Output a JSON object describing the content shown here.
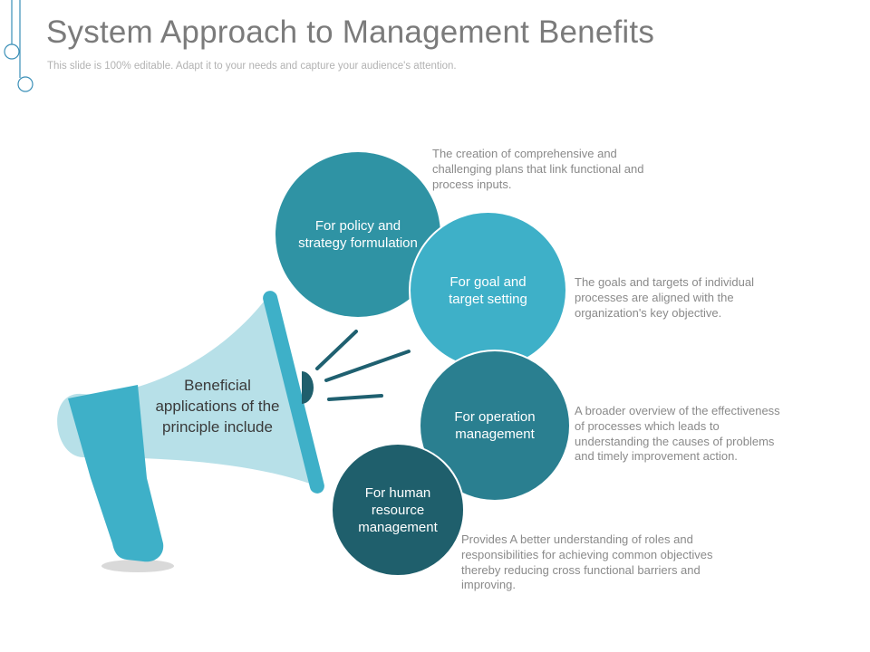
{
  "header": {
    "title": "System Approach to Management Benefits",
    "subtitle": "This slide is 100% editable. Adapt it to your needs and capture your audience's attention."
  },
  "megaphone": {
    "label": "Beneficial applications of the principle include"
  },
  "items": [
    {
      "title": "For policy and strategy formulation",
      "description": "The creation of comprehensive and challenging plans that link functional and process inputs.",
      "color": "#2f93a4"
    },
    {
      "title": "For goal and target setting",
      "description": "The goals and targets of individual processes are aligned with the organization's key objective.",
      "color": "#3eb0c8"
    },
    {
      "title": "For operation management",
      "description": "A broader overview of the effectiveness of processes which leads to understanding the causes of problems and timely improvement action.",
      "color": "#2a7f90"
    },
    {
      "title": "For human resource management",
      "description": "Provides A better understanding of roles and responsibilities for achieving common objectives thereby reducing cross functional barriers and improving.",
      "color": "#1f5f6c"
    }
  ],
  "colors": {
    "megaphone_body": "#3eb0c8",
    "megaphone_cone": "#b7e0e8",
    "sound_lines": "#1f6070",
    "title_text": "#7b7b7b"
  }
}
